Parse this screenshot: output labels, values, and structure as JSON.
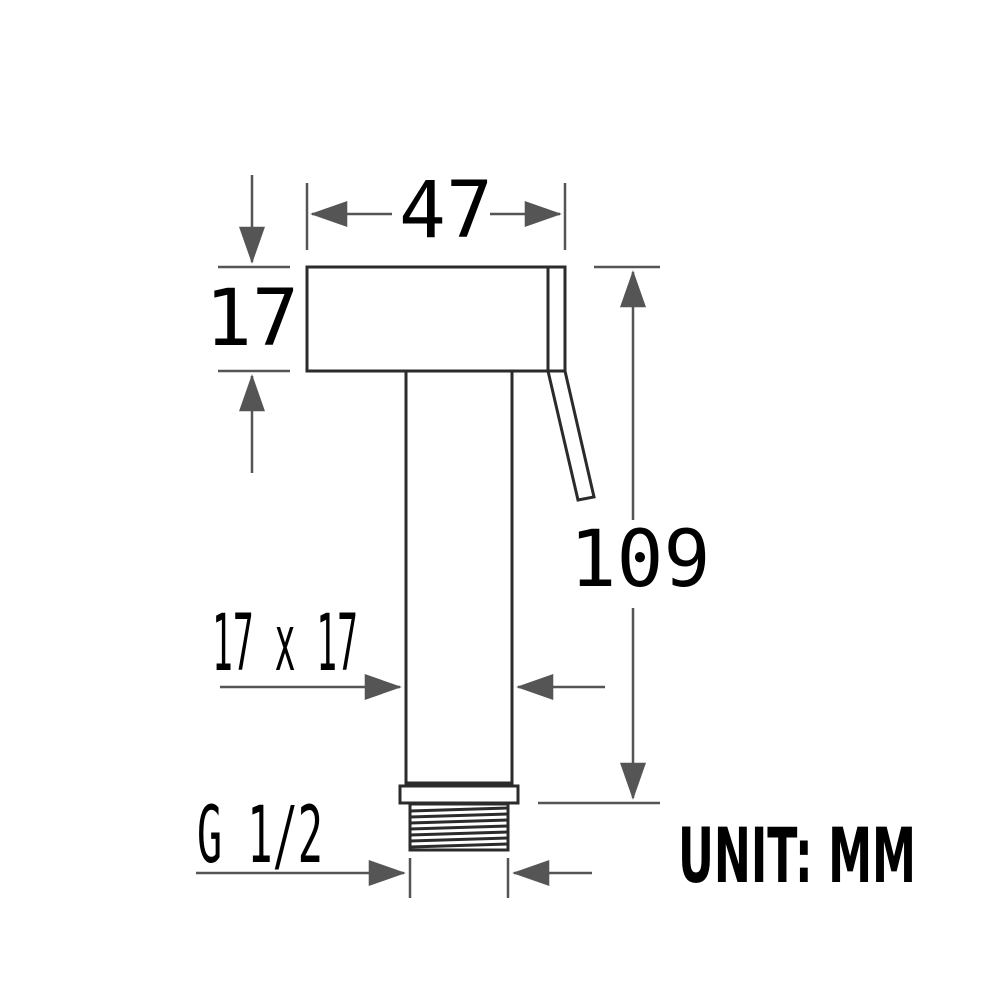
{
  "diagram": {
    "dimensions": {
      "width": "47",
      "head_height": "17",
      "total_height": "109",
      "stem_section": "17 x 17",
      "thread": "G 1/2"
    },
    "unit_label": "UNIT: MM",
    "colors": {
      "outline": "#2b2b2b",
      "dimension_line": "#555555",
      "text": "#000000"
    }
  }
}
